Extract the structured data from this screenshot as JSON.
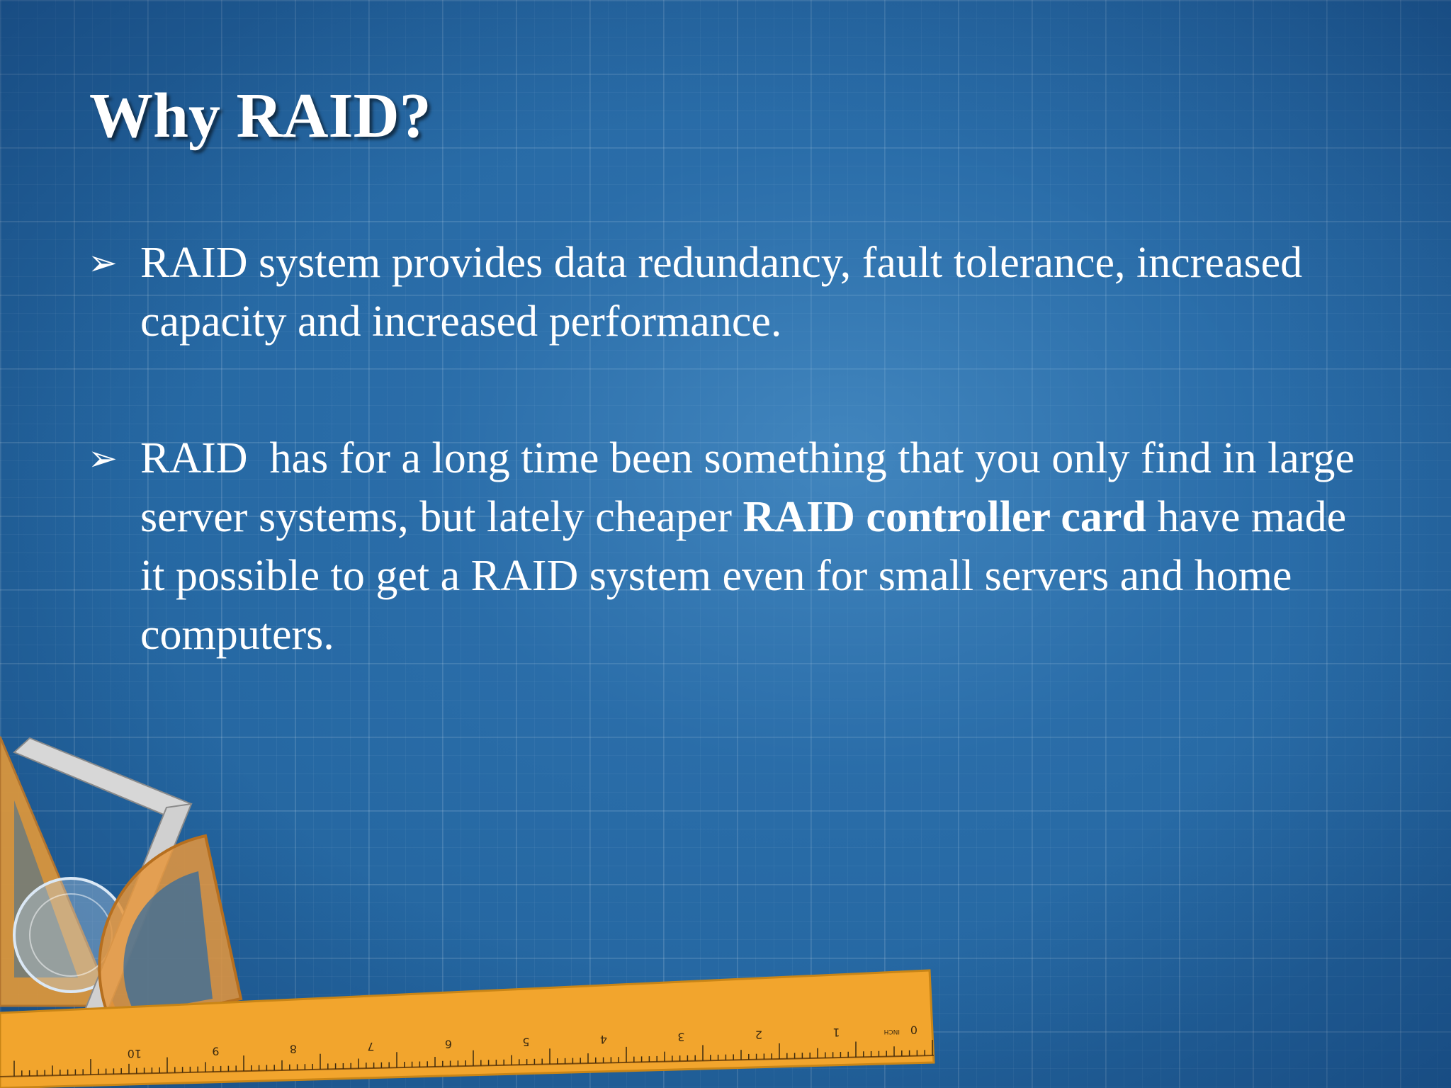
{
  "slide": {
    "title": "Why RAID?",
    "bullet_icon": "arrowhead-bullet-icon",
    "bullets": [
      {
        "text": "RAID system provides data redundancy, fault tolerance, increased capacity and increased performance."
      },
      {
        "text_before": "RAID  has for a long time been something that you only find in large server systems, but lately cheaper ",
        "bold_text": "RAID controller card",
        "text_after": " have made it possible to get a RAID system even for small servers and home computers."
      }
    ]
  },
  "decoration": {
    "ruler_color": "#f2a52d",
    "ruler_numbers": [
      "10",
      "9",
      "8",
      "7",
      "6",
      "5",
      "4",
      "3",
      "2",
      "1",
      "0"
    ],
    "ruler_unit": "INCH"
  }
}
